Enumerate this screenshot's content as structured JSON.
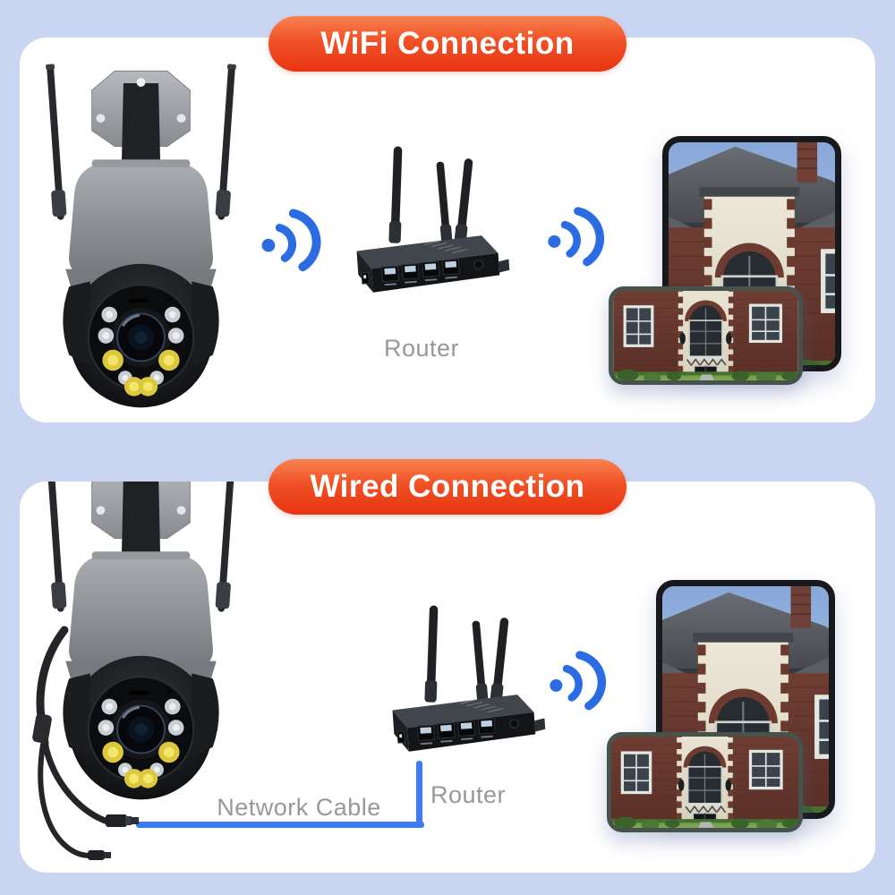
{
  "graphic": {
    "background": "#cad5f2",
    "panel_color": "#ffffff"
  },
  "banners": {
    "wifi": "WiFi Connection",
    "wired": "Wired Connection",
    "text_color": "#ffffff",
    "gradient_top": "#f8824e",
    "gradient_bottom": "#e93412"
  },
  "wifi_section": {
    "router_label": "Router"
  },
  "wired_section": {
    "router_label": "Router",
    "cable_label": "Network Cable"
  },
  "accents": {
    "wifi_icon_blue": "#2c6ce2",
    "cable_blue": "#3d7cf2",
    "label_gray": "#97989b"
  }
}
